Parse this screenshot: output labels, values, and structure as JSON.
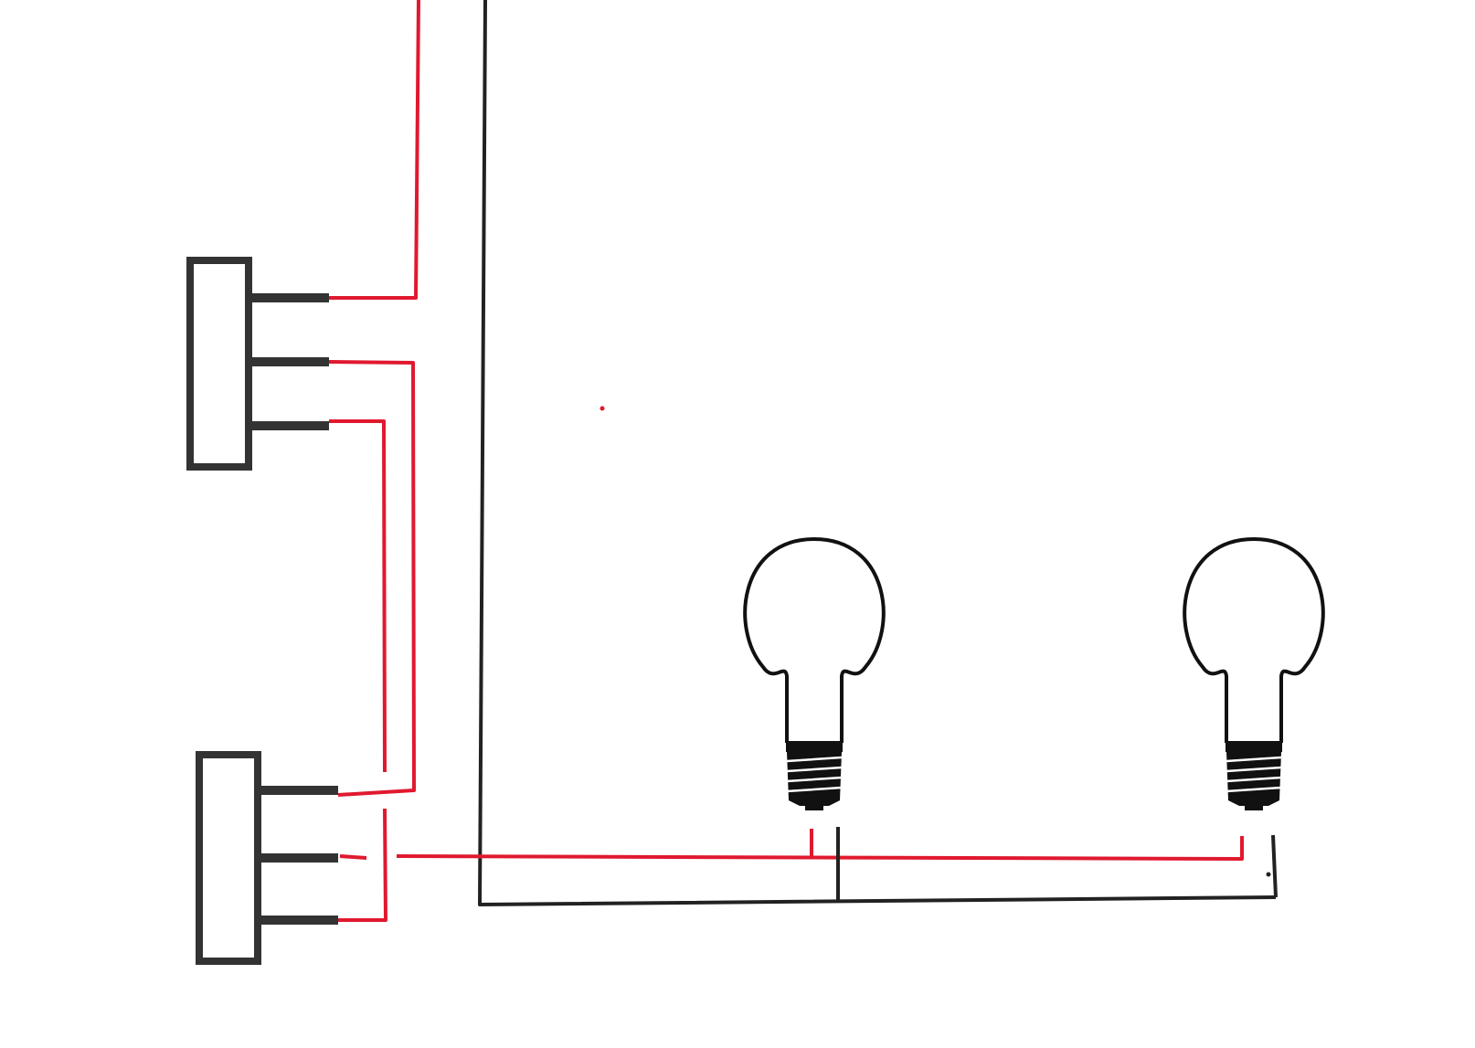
{
  "diagram": {
    "description_visible_text": [],
    "colors": {
      "background": "#ffffff",
      "hot_wire": "#e0192f",
      "neutral_wire": "#222222",
      "switch_body": "#333333",
      "bulb_outline": "#111111"
    },
    "components": [
      {
        "kind": "switch",
        "name": "three-way-switch-top",
        "terminals": 3
      },
      {
        "kind": "switch",
        "name": "three-way-switch-bottom",
        "terminals": 3
      },
      {
        "kind": "bulb",
        "name": "light-bulb-left"
      },
      {
        "kind": "bulb",
        "name": "light-bulb-right"
      }
    ],
    "wires": [
      {
        "name": "supply-hot-wire",
        "color": "hot_wire"
      },
      {
        "name": "supply-neutral-wire",
        "color": "neutral_wire"
      },
      {
        "name": "traveler-wire-outer",
        "color": "hot_wire"
      },
      {
        "name": "traveler-wire-inner",
        "color": "hot_wire"
      },
      {
        "name": "switched-hot-wire",
        "color": "hot_wire"
      },
      {
        "name": "neutral-return-wire",
        "color": "neutral_wire"
      }
    ]
  }
}
